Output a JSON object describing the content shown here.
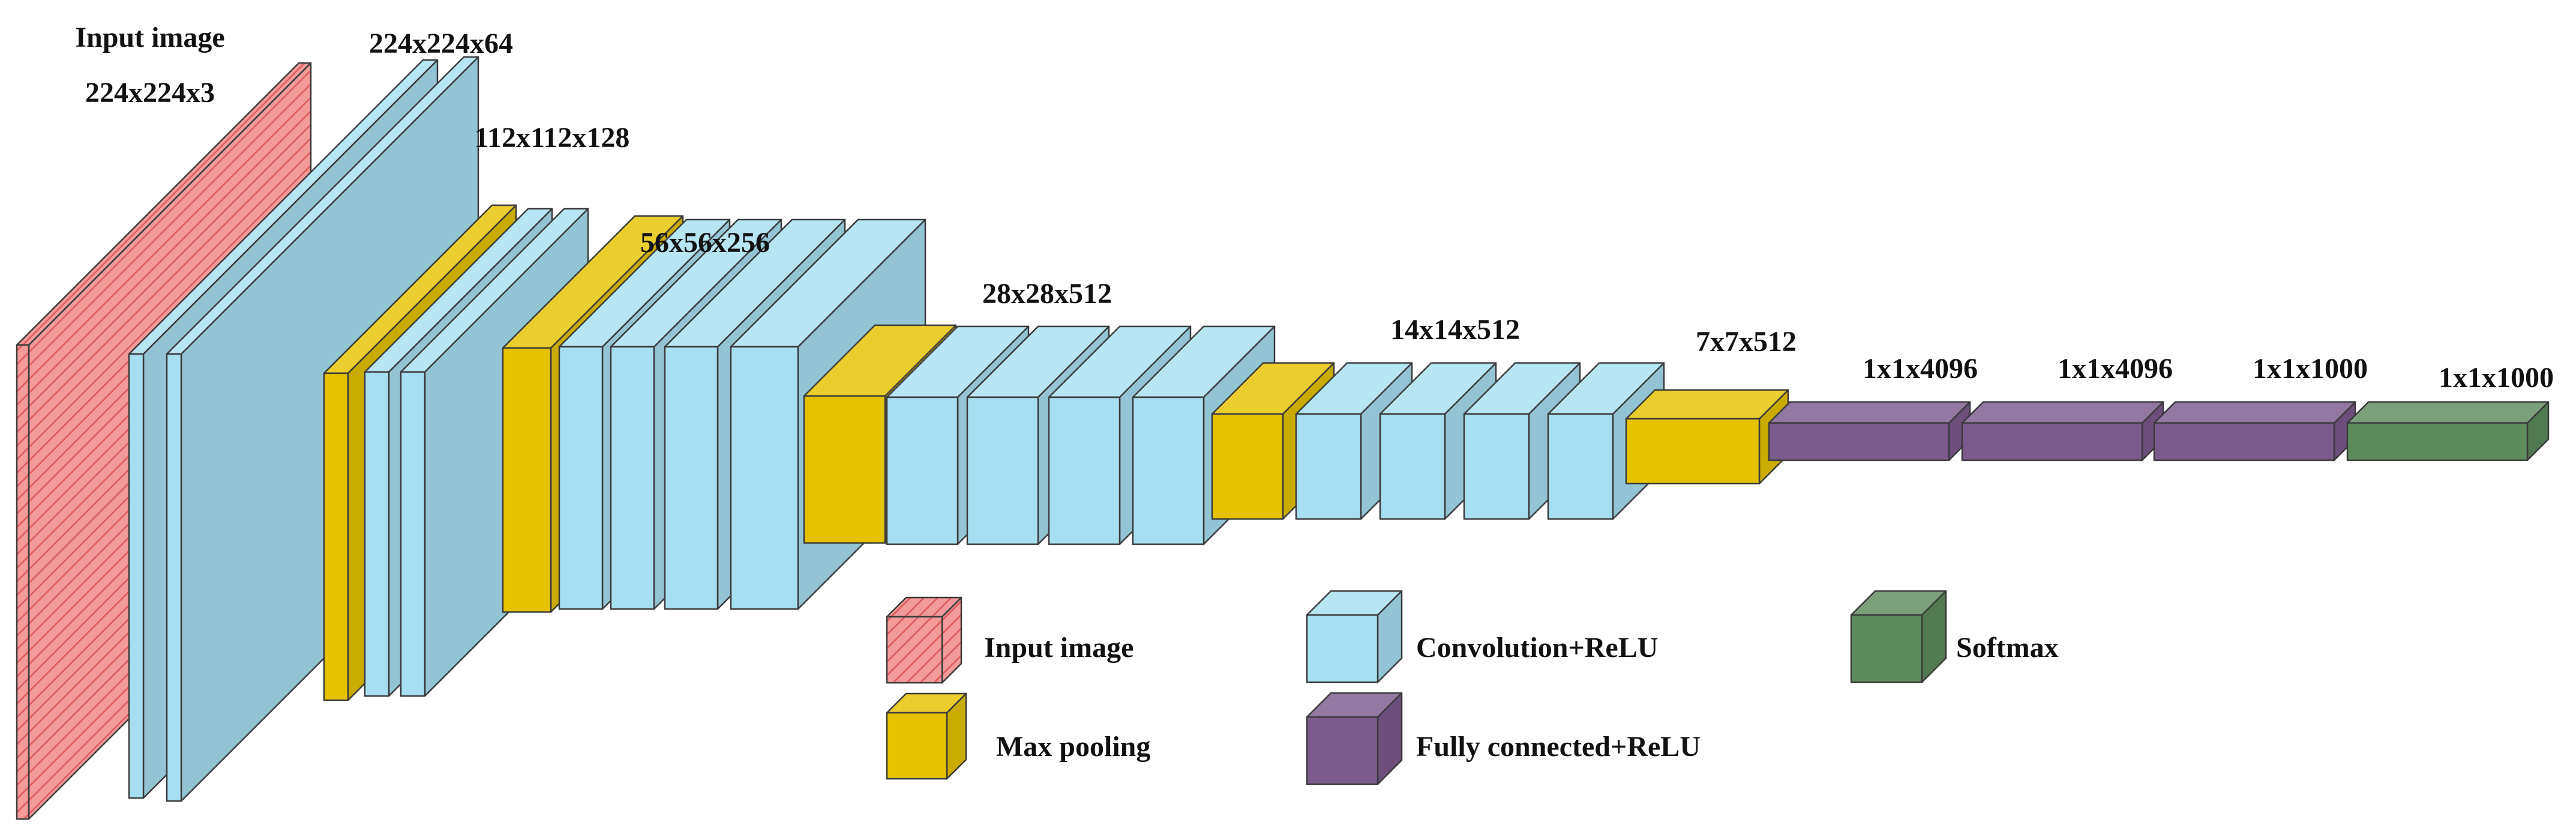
{
  "diagram": {
    "layer_labels": {
      "input": [
        "Input image",
        "224x224x3"
      ],
      "conv1": "224x224x64",
      "conv2": "112x112x128",
      "conv3": "56x56x256",
      "conv4": "28x28x512",
      "conv5": "14x14x512",
      "pool5": "7x7x512",
      "fc6": "1x1x4096",
      "fc7": "1x1x4096",
      "fc8": "1x1x1000",
      "softmax": "1x1x1000"
    },
    "legend": [
      {
        "key": "input",
        "label": "Input image"
      },
      {
        "key": "conv",
        "label": "Convolution+ReLU"
      },
      {
        "key": "softmax",
        "label": "Softmax"
      },
      {
        "key": "pool",
        "label": "Max pooling"
      },
      {
        "key": "fc",
        "label": "Fully connected+ReLU"
      }
    ],
    "colors": {
      "input": "#f08080",
      "conv": "#a6dff0",
      "pool": "#e6c200",
      "fc": "#7b5a8c",
      "softmax": "#5e8a5e",
      "outline": "#3a3a3a"
    }
  }
}
